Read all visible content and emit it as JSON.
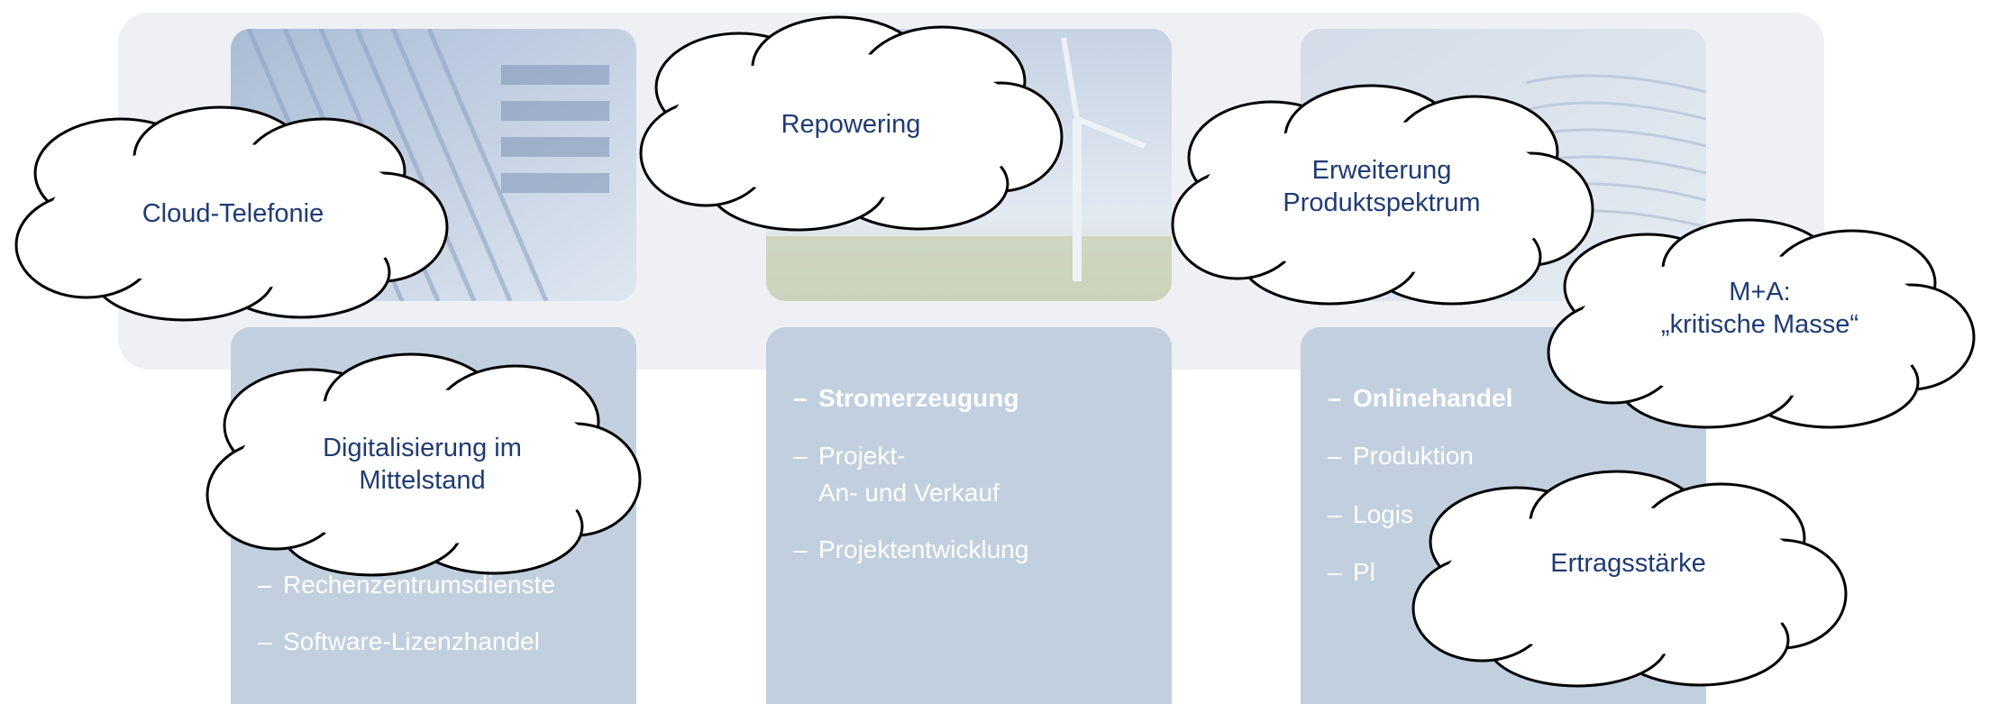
{
  "columns": [
    {
      "id": "it",
      "image": "server-rack-photo",
      "items": [
        {
          "text": "Rechenzentrumsdienste",
          "bold": false
        },
        {
          "text": "Software-Lizenzhandel",
          "bold": false
        }
      ]
    },
    {
      "id": "energy",
      "image": "wind-turbine-photo",
      "items": [
        {
          "text": "Stromerzeugung",
          "bold": true
        },
        {
          "text": "Projekt-",
          "bold": false
        },
        {
          "text": "An- und Verkauf",
          "bold": false
        },
        {
          "text": "Projektentwicklung",
          "bold": false
        }
      ]
    },
    {
      "id": "commerce",
      "image": "cable-reels-photo",
      "items": [
        {
          "text": "Onlinehandel",
          "bold": true
        },
        {
          "text": "Produktion",
          "bold": false
        },
        {
          "text": "Logis",
          "bold": false
        },
        {
          "text": "Pl",
          "bold": false
        }
      ]
    }
  ],
  "clouds": {
    "cloud_telefonie": "Cloud-Telefonie",
    "repowering": "Repowering",
    "erweiterung_line1": "Erweiterung",
    "erweiterung_line2": "Produktspektrum",
    "ma_line1": "M+A:",
    "ma_line2": "„kritische Masse“",
    "digitalisierung_line1": "Digitalisierung im",
    "digitalisierung_line2": "Mittelstand",
    "ertragsstaerke": "Ertragsstärke"
  },
  "colors": {
    "cloud_text": "#1f3b73",
    "card_bg": "#c2cfde",
    "band_bg": "#eef0f4",
    "card_text": "#ffffff"
  }
}
